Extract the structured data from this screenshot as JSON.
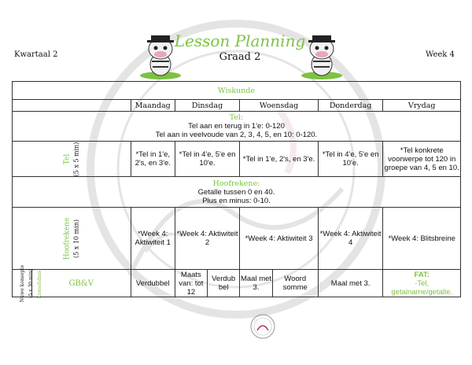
{
  "header": {
    "term": "Kwartaal 2",
    "week": "Week 4",
    "title": "Lesson Planning",
    "grade": "Graad 2"
  },
  "table": {
    "subject": "Wiskunde",
    "days": [
      "Maandag",
      "Dinsdag",
      "Woensdag",
      "Donderdag",
      "Vrydag"
    ],
    "tel": {
      "heading": "Tel:",
      "line1": "Tel aan en terug in 1'e: 0-120",
      "line2": "Tel aan in veelvoude van 2, 3, 4, 5, en 10: 0-120.",
      "row_label": "Tel",
      "row_time": "(5 x 5 min)",
      "cells": [
        "*Tel in 1'e, 2's, en 3'e.",
        "*Tel in 4'e, 5'e en 10'e.",
        "*Tel in 1'e, 2's, en 3'e.",
        "*Tel in 4'e, 5'e en 10'e.",
        "*Tel konkrete voorwerpe tot 120 in groepe van 4, 5 en 10."
      ]
    },
    "hoofreken": {
      "heading": "Hoofrekene:",
      "line1": "Getalle tussen 0 en 40.",
      "line2": "Plus en minus: 0-10.",
      "row_label": "Hoofrekene",
      "row_time": "(5 x 10 min)",
      "cells": [
        "*Week 4: Aktiwiteit 1",
        "*Week 4: Aktiwiteit 2",
        "*Week 4: Aktiwiteit 3",
        "*Week 4: Aktiwiteit 4",
        "*Week 4: Blitsbreine"
      ]
    },
    "nuwe": {
      "label1": "Nuwe konsepte",
      "label2": "(5 x 30 min)",
      "label3": "Konsolidasie",
      "code": "GB&V",
      "mon": "Verdubbel",
      "tue_a": "Maats van: tot 12",
      "tue_b": "Verdub bel",
      "wed_a": "Maal met 3.",
      "wed_b": "Woord somme",
      "thu": "Maal met 3.",
      "fri_title": "FAT:",
      "fri_body": "-Tel, getalname/getalle."
    }
  }
}
